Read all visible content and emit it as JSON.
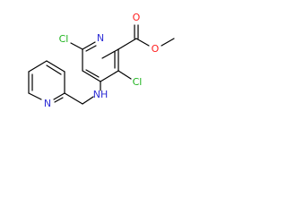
{
  "molecule": {
    "atoms": {
      "cl6": {
        "label": "Cl",
        "color": "#1fb31f"
      },
      "cl3": {
        "label": "Cl",
        "color": "#1fb31f"
      },
      "n_ring": {
        "label": "N",
        "color": "#2f2fd6"
      },
      "o_carbonyl": {
        "label": "O",
        "color": "#ff1f1f"
      },
      "o_ester": {
        "label": "O",
        "color": "#ff1f1f"
      },
      "nh": {
        "label": "NH",
        "color": "#2f2fd6"
      },
      "n_pyr": {
        "label": "N",
        "color": "#2f2fd6"
      }
    }
  }
}
